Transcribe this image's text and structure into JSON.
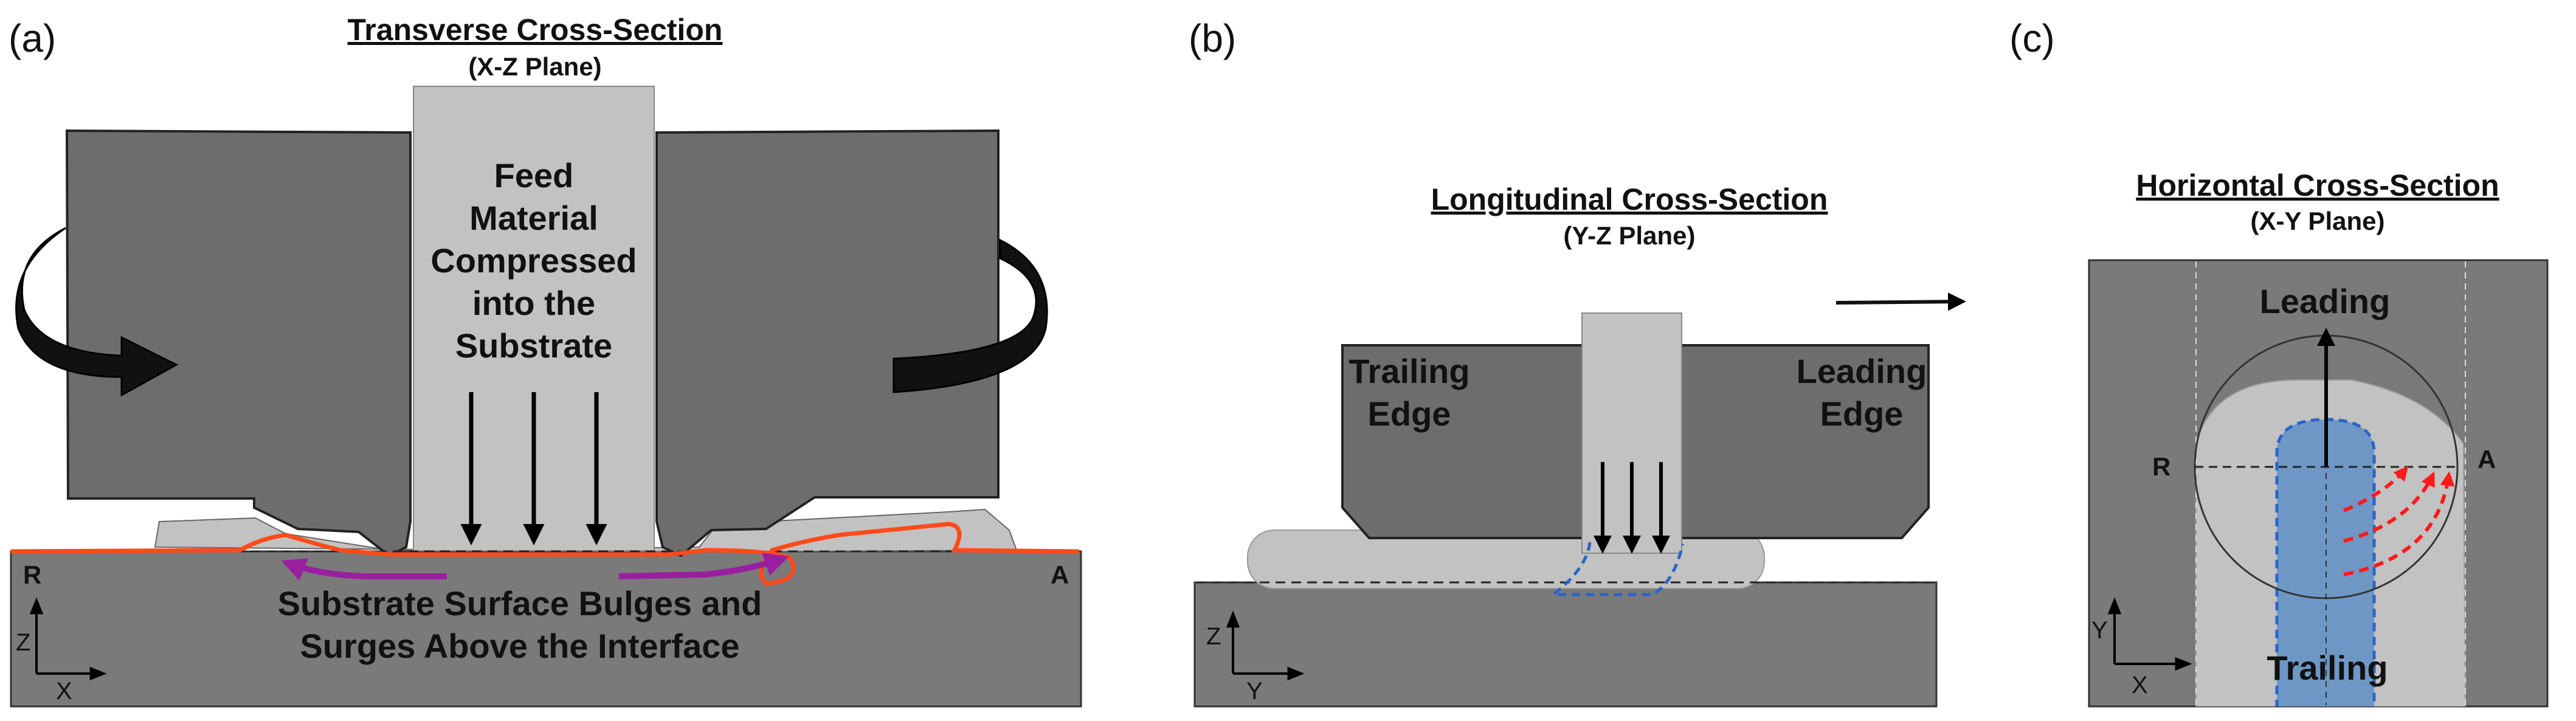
{
  "colors": {
    "tool": "#6d6d6d",
    "tool_dark": "#555555",
    "feed": "#c2c2c2",
    "substrate": "#7a7a7a",
    "interface_line": "#ff4a1a",
    "flow_arrow": "#9a1fa0",
    "deposit": "#6f97c6",
    "deposit_border": "#2a64c8",
    "red_flow": "#ff1a1a"
  },
  "panel_a": {
    "label": "(a)",
    "title": "Transverse Cross-Section",
    "subtitle": "(X-Z Plane)",
    "feed_text": [
      "Feed",
      "Material",
      "Compressed",
      "into the",
      "Substrate"
    ],
    "bottom_text": [
      "Substrate Surface Bulges and",
      "Surges Above the Interface"
    ],
    "left_mark": "R",
    "right_mark": "A",
    "axis_z": "Z",
    "axis_x": "X"
  },
  "panel_b": {
    "label": "(b)",
    "title": "Longitudinal Cross-Section",
    "subtitle": "(Y-Z Plane)",
    "trailing": [
      "Trailing",
      "Edge"
    ],
    "leading": [
      "Leading",
      "Edge"
    ],
    "axis_z": "Z",
    "axis_y": "Y"
  },
  "panel_c": {
    "label": "(c)",
    "title": "Horizontal Cross-Section",
    "subtitle": "(X-Y Plane)",
    "leading": "Leading",
    "trailing": "Trailing",
    "left_mark": "R",
    "right_mark": "A",
    "axis_y": "Y",
    "axis_x": "X"
  }
}
